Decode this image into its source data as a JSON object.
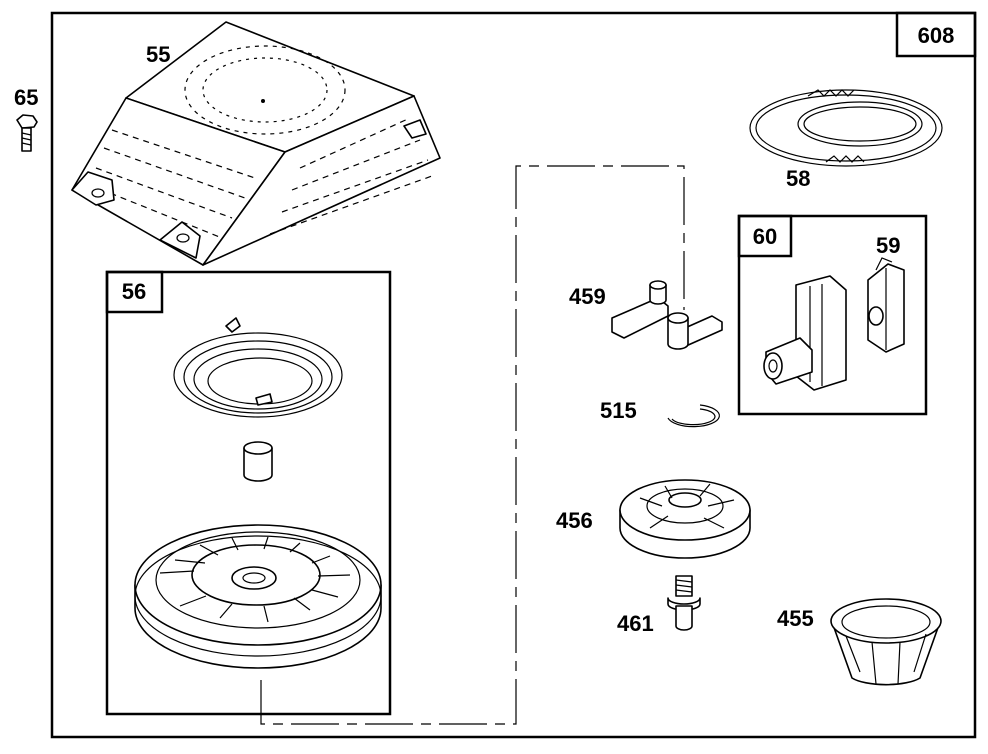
{
  "assembly_number": "608",
  "labels": {
    "p55": "55",
    "p65": "65",
    "p56": "56",
    "p58": "58",
    "p60": "60",
    "p59": "59",
    "p459": "459",
    "p515": "515",
    "p456": "456",
    "p461": "461",
    "p455": "455"
  }
}
